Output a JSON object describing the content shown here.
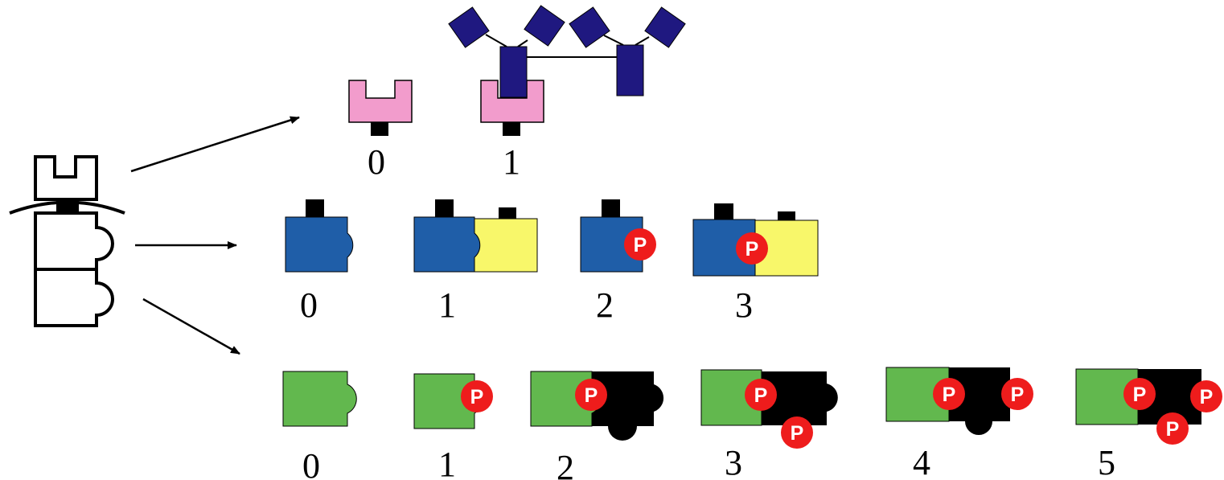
{
  "colors": {
    "receptor": "#f29ccc",
    "antibody": "#1f1880",
    "blue": "#1f5ea8",
    "yellow": "#f8f76a",
    "green": "#62b84e",
    "black": "#000000",
    "phospho": "#ee1c1c"
  },
  "phospho_text": "P",
  "row1": {
    "labels": [
      "0",
      "1"
    ]
  },
  "row2": {
    "labels": [
      "0",
      "1",
      "2",
      "3"
    ]
  },
  "row3": {
    "labels": [
      "0",
      "1",
      "2",
      "3",
      "4",
      "5"
    ]
  }
}
